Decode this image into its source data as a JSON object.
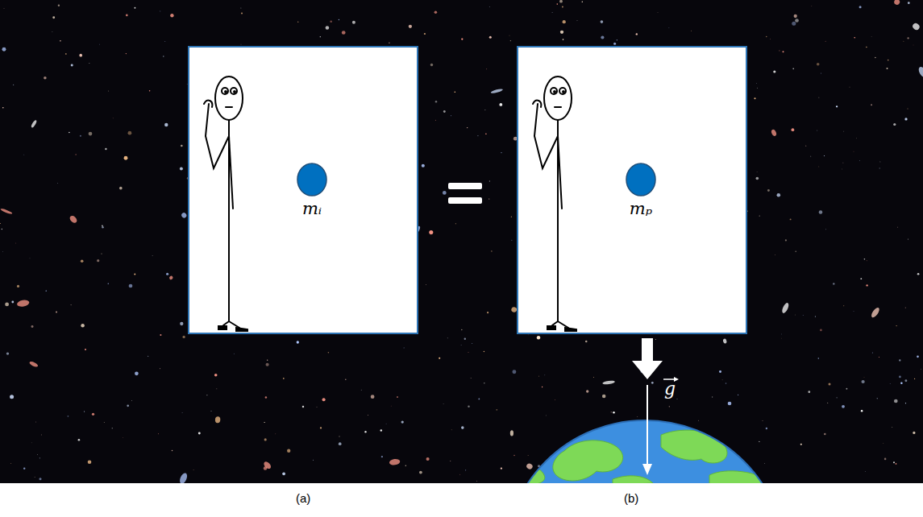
{
  "diagram": {
    "nodes": [
      {
        "text": [
          "mᵢ"
        ]
      },
      {
        "text": [
          "mₚ"
        ]
      }
    ],
    "labels": [
      "g",
      "(a)",
      "(b)"
    ]
  }
}
